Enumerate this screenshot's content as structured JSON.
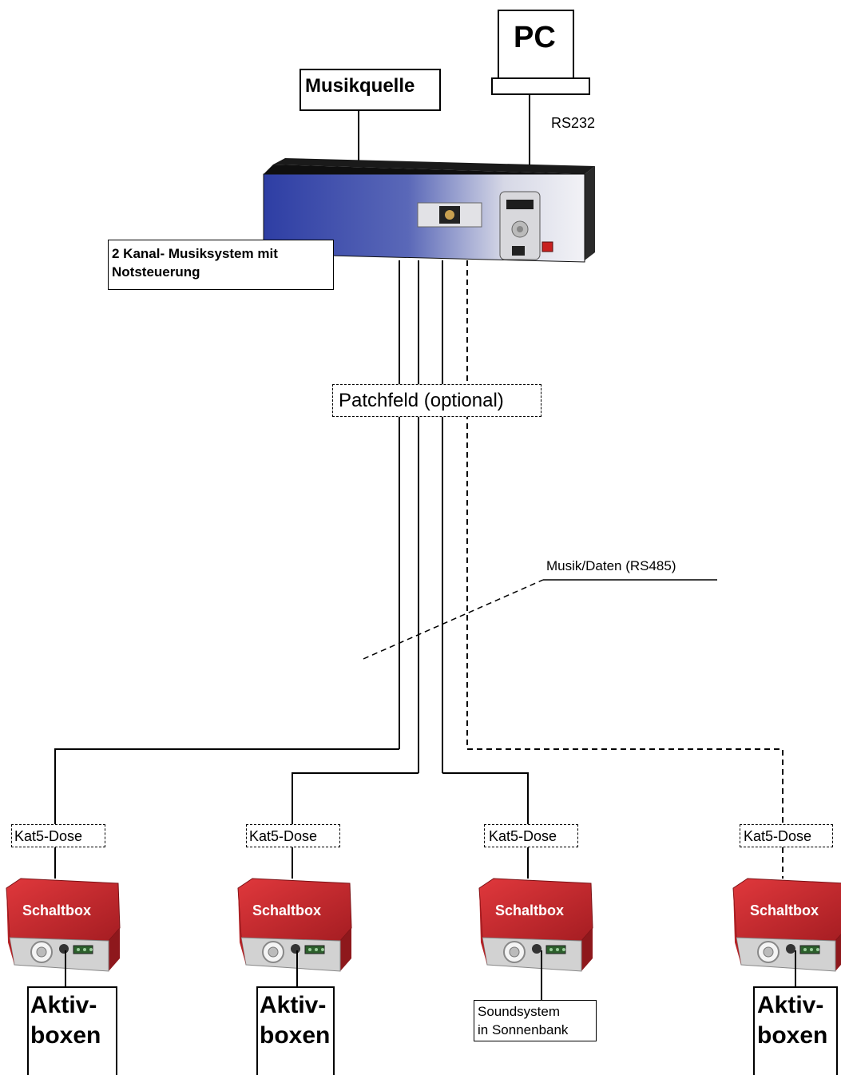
{
  "pc": {
    "label": "PC"
  },
  "music_source": {
    "label": "Musikquelle"
  },
  "rs232_label": "RS232",
  "main_unit": {
    "label_line1": "2 Kanal- Musiksystem mit",
    "label_line2": "Notsteuerung"
  },
  "patchfield": {
    "label": "Patchfeld (optional)"
  },
  "bus_label": "Musik/Daten (RS485)",
  "branches": [
    {
      "socket": "Kat5-Dose",
      "switchbox": "Schaltbox",
      "output_line1": "Aktiv-",
      "output_line2": "boxen"
    },
    {
      "socket": "Kat5-Dose",
      "switchbox": "Schaltbox",
      "output_line1": "Aktiv-",
      "output_line2": "boxen"
    },
    {
      "socket": "Kat5-Dose",
      "switchbox": "Schaltbox",
      "output_line1": "Soundsystem",
      "output_line2": "in Sonnenbank"
    },
    {
      "socket": "Kat5-Dose",
      "switchbox": "Schaltbox",
      "output_line1": "Aktiv-",
      "output_line2": "boxen"
    }
  ],
  "colors": {
    "switchbox_red": "#c8262b",
    "device_blue": "#2d3f9a",
    "device_silver": "#e8e8ee"
  }
}
